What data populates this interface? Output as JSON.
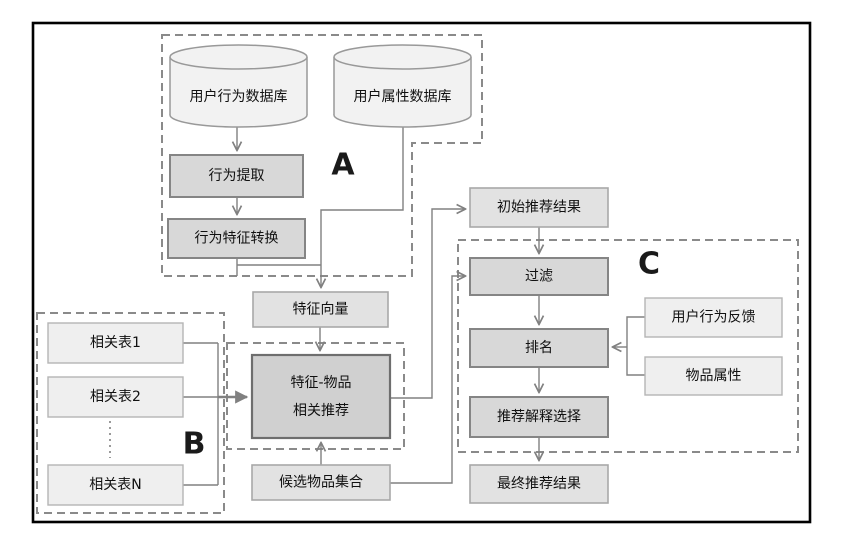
{
  "regions": {
    "a": "A",
    "b": "B",
    "c": "C"
  },
  "nodes": {
    "db_user_behavior": "用户行为数据库",
    "db_user_attribute": "用户属性数据库",
    "behavior_extraction": "行为提取",
    "behavior_feature_transform": "行为特征转换",
    "feature_vector": "特征向量",
    "initial_results": "初始推荐结果",
    "filter": "过滤",
    "ranking": "排名",
    "explanation_selection": "推荐解释选择",
    "final_results": "最终推荐结果",
    "user_behavior_feedback": "用户行为反馈",
    "item_attributes": "物品属性",
    "related_table_1": "相关表1",
    "related_table_2": "相关表2",
    "related_table_n": "相关表N",
    "feature_item_line1": "特征-物品",
    "feature_item_line2": "相关推荐",
    "candidate_item_set": "候选物品集合"
  },
  "colors": {
    "outer_border": "#000000",
    "connector": "#808080",
    "dashed_region": "#8a8a8a",
    "dark_box_fill": "#d8d8d8",
    "feature_box_fill": "#d0d0d0",
    "light_box_fill": "#e2e2e2",
    "pale_box_fill": "#efefef",
    "cylinder_fill": "#f2f2f2",
    "text": "#111111"
  }
}
